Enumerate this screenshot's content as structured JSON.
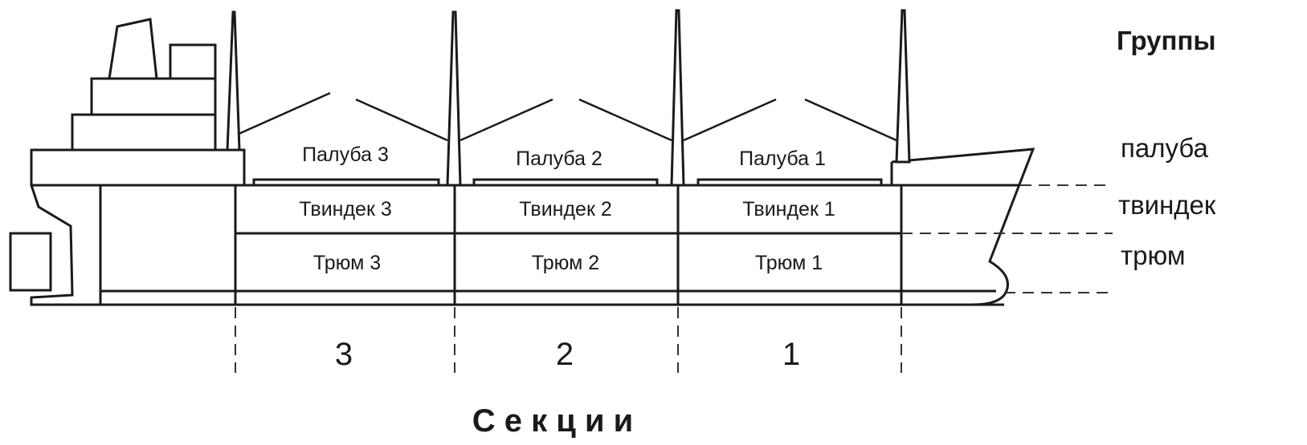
{
  "groups": {
    "heading": "Группы",
    "deck": "палуба",
    "tweendeck": "твиндек",
    "hold": "трюм"
  },
  "sections": {
    "title": "С е к ц и и",
    "numbers": [
      "3",
      "2",
      "1"
    ]
  },
  "compartments": {
    "decks": [
      "Палуба 3",
      "Палуба 2",
      "Палуба 1"
    ],
    "tweendecks": [
      "Твиндек 3",
      "Твиндек 2",
      "Твиндек 1"
    ],
    "holds": [
      "Трюм 3",
      "Трюм 2",
      "Трюм 1"
    ]
  }
}
